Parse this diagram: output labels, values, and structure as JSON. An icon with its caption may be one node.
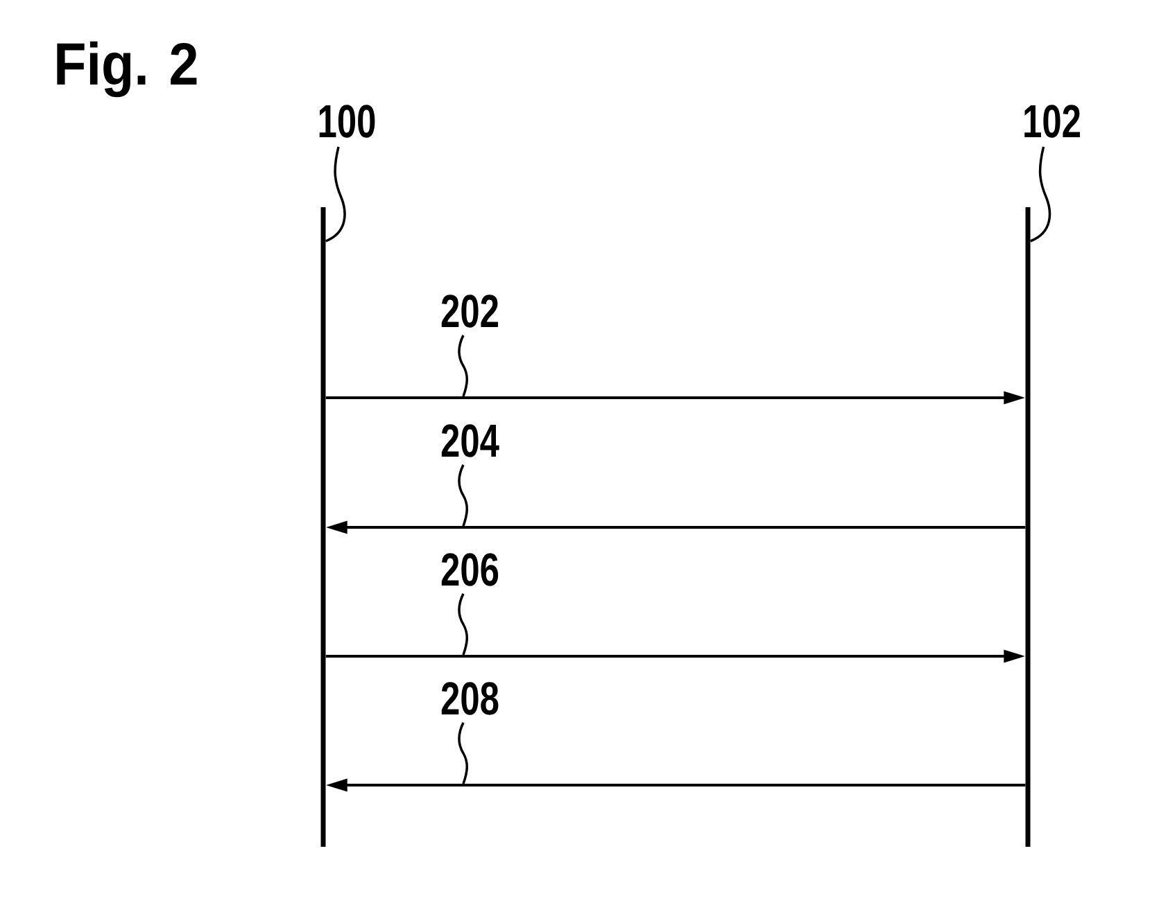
{
  "diagram": {
    "title": "Fig. 2",
    "nodes": [
      {
        "text": [
          "100"
        ]
      },
      {
        "text": [
          "102"
        ]
      },
      {
        "text": [],
        "shape": "line"
      },
      {
        "text": [],
        "shape": "line"
      },
      {
        "text": [
          "202"
        ]
      },
      {
        "text": [
          "204"
        ]
      },
      {
        "text": [
          "206"
        ]
      },
      {
        "text": [
          "208"
        ]
      }
    ],
    "edges": [
      {
        "from": 0,
        "to": 2,
        "arrow": "none"
      },
      {
        "from": 1,
        "to": 3,
        "arrow": "none"
      },
      {
        "from": 2,
        "to": 3,
        "arrow": "to"
      },
      {
        "from": 3,
        "to": 2,
        "arrow": "to"
      },
      {
        "from": 2,
        "to": 3,
        "arrow": "to"
      },
      {
        "from": 3,
        "to": 2,
        "arrow": "to"
      },
      {
        "from": 4,
        "to": null,
        "arrow": "none"
      },
      {
        "from": 5,
        "to": null,
        "arrow": "none"
      },
      {
        "from": 6,
        "to": null,
        "arrow": "none"
      },
      {
        "from": 7,
        "to": null,
        "arrow": "none"
      }
    ]
  }
}
